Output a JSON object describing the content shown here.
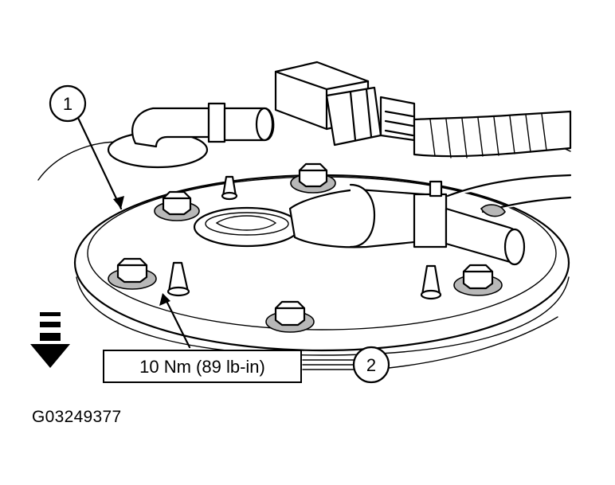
{
  "callouts": {
    "one": "1",
    "two": "2"
  },
  "torque_label": "10 Nm (89 lb-in)",
  "figure_code": "G03249377",
  "icons": {
    "direction_arrow": "down-arrow-icon"
  }
}
